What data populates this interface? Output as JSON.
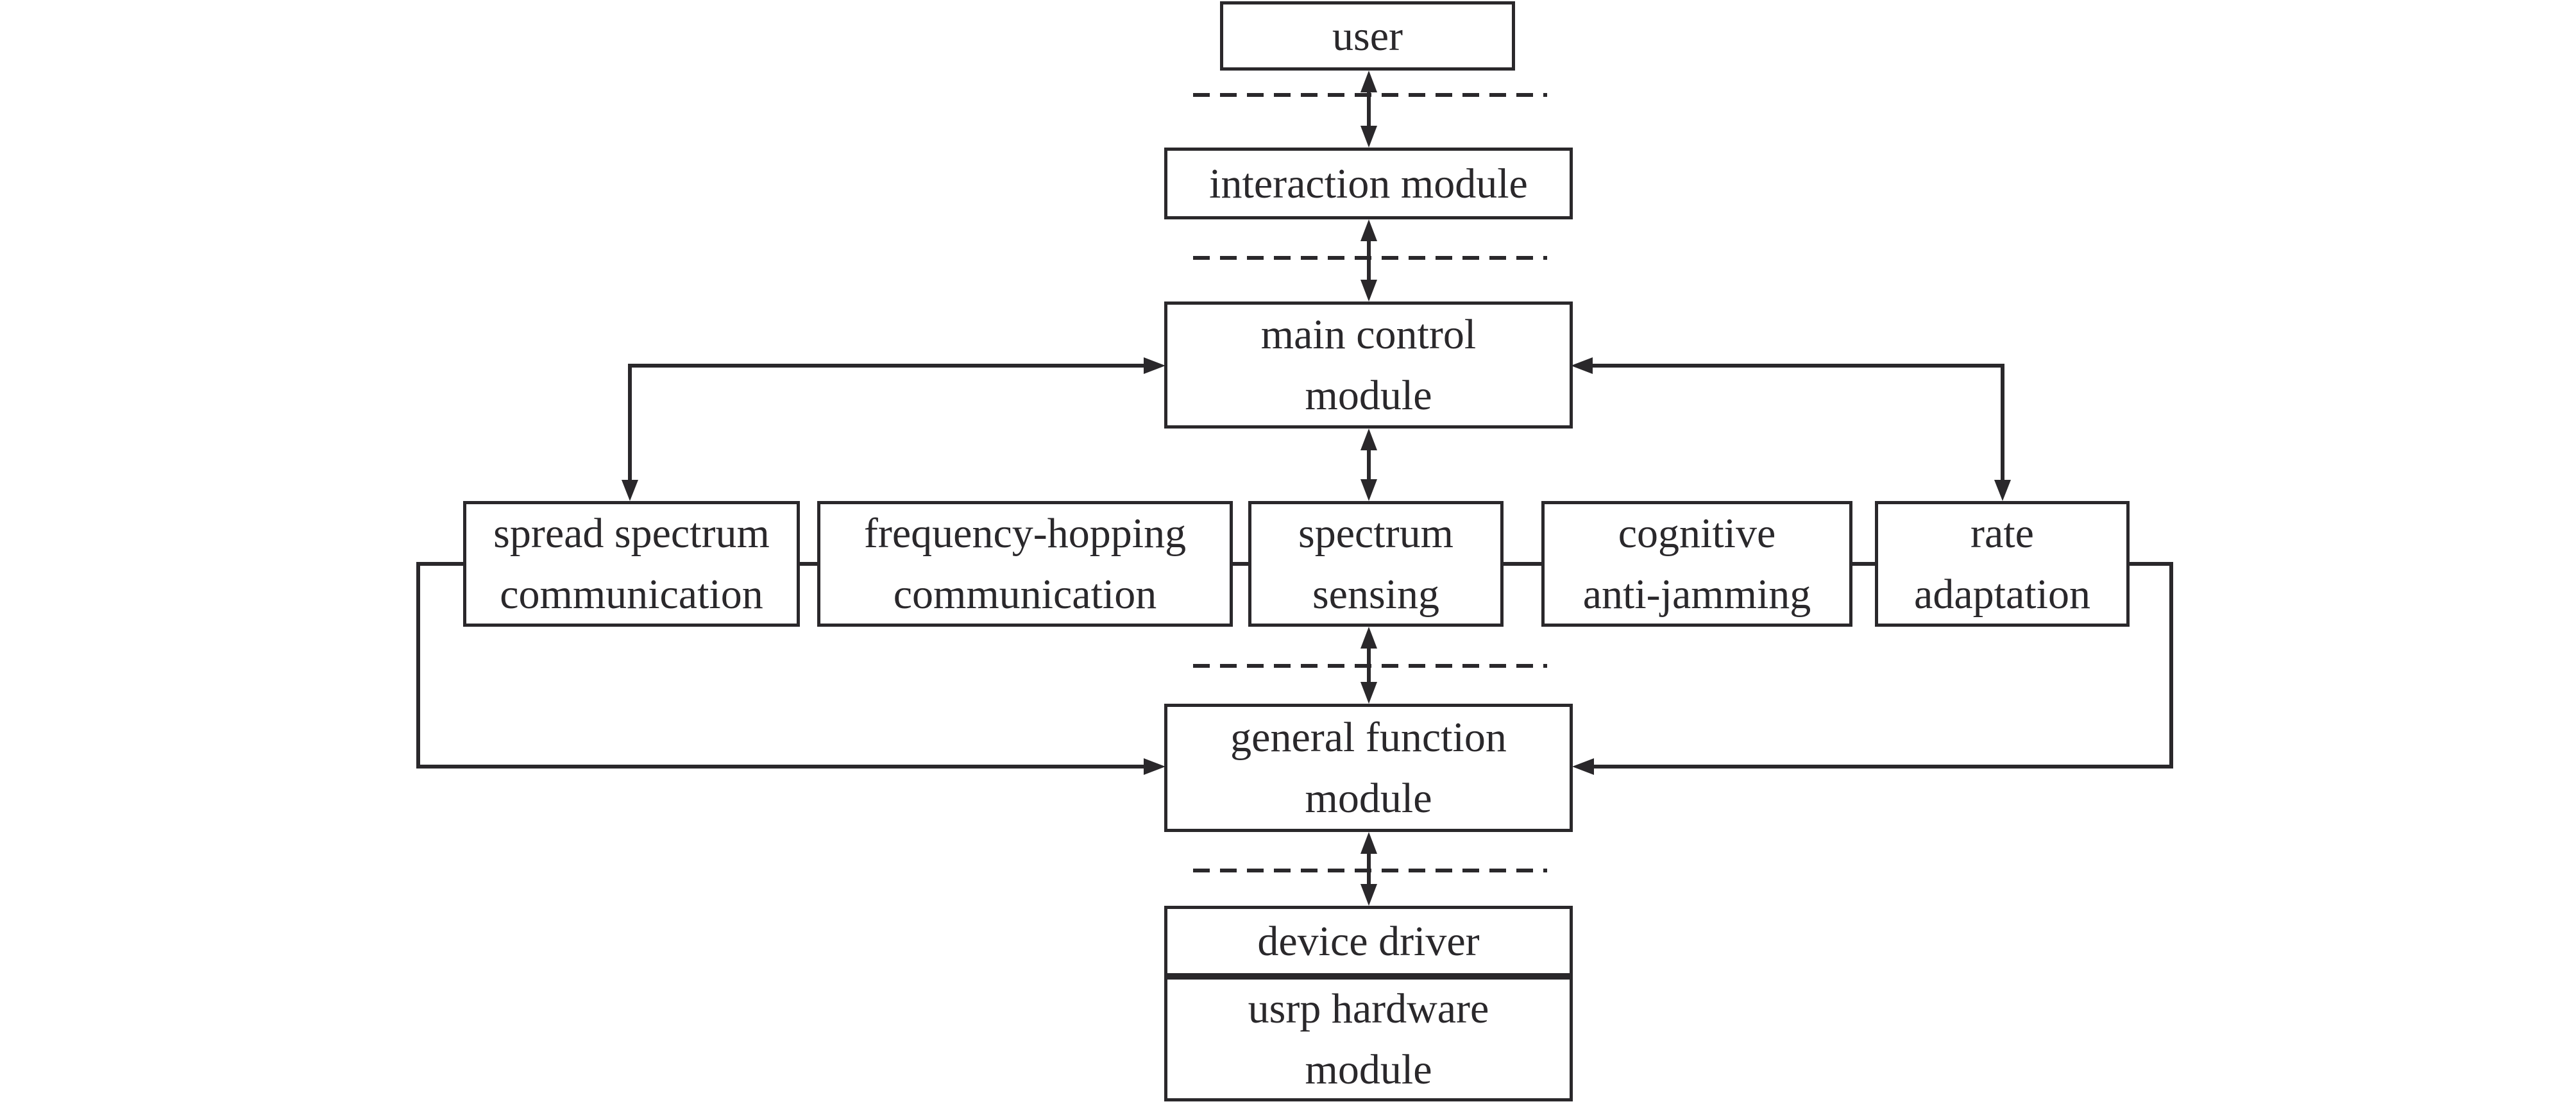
{
  "diagram": {
    "background_color": "#ffffff",
    "line_color": "#2a282b",
    "nodes": {
      "user": {
        "lines": [
          "user"
        ]
      },
      "interaction_module": {
        "lines": [
          "interaction module"
        ]
      },
      "main_control_module": {
        "lines": [
          "main control",
          "module"
        ]
      },
      "spread_spectrum_communication": {
        "lines": [
          "spread spectrum",
          "communication"
        ]
      },
      "frequency_hopping_communication": {
        "lines": [
          "frequency-hopping",
          "communication"
        ]
      },
      "spectrum_sensing": {
        "lines": [
          "spectrum",
          "sensing"
        ]
      },
      "cognitive_anti_jamming": {
        "lines": [
          "cognitive",
          "anti-jamming"
        ]
      },
      "rate_adaptation": {
        "lines": [
          "rate",
          "adaptation"
        ]
      },
      "general_function_module": {
        "lines": [
          "general function",
          "module"
        ]
      },
      "device_driver": {
        "lines": [
          "device driver"
        ]
      },
      "usrp_hardware_module": {
        "lines": [
          "usrp hardware",
          "module"
        ]
      }
    }
  }
}
